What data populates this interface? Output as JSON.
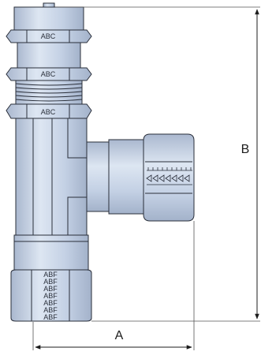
{
  "drawing": {
    "dimension_a_label": "A",
    "dimension_b_label": "B",
    "nut_marking_upper": "ABC",
    "nut_marking_lower": "ABF",
    "colors": {
      "body_fill": "#c5d2e6",
      "body_light": "#dbe4f1",
      "body_dark": "#a9b8d0",
      "outline": "#2a2f3a",
      "dim_line": "#1c1c1c",
      "background": "#ffffff"
    }
  }
}
